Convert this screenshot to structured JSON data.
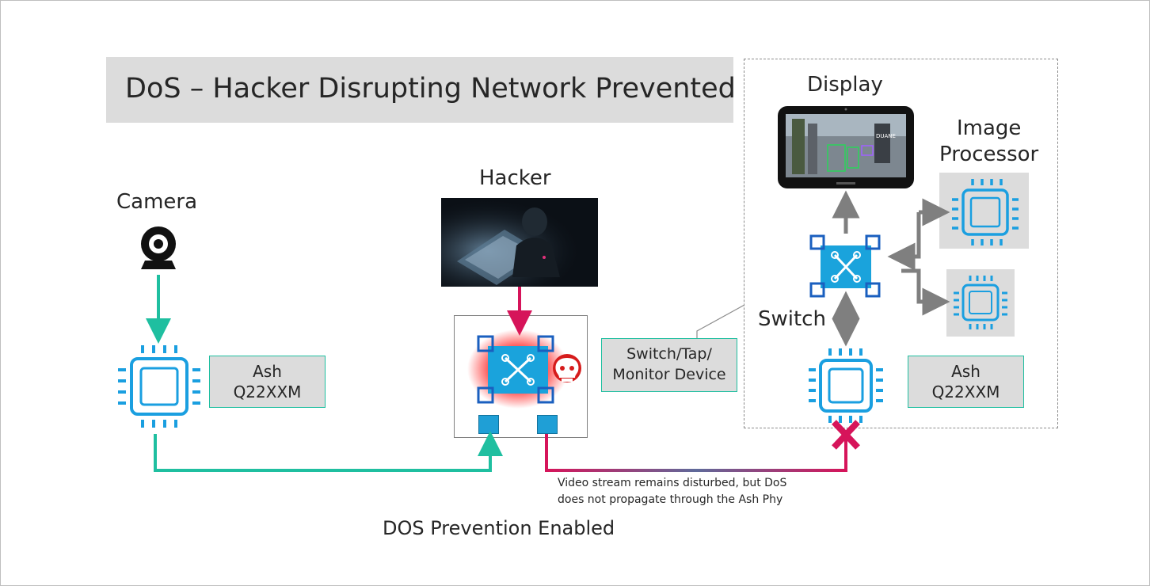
{
  "title": "DoS – Hacker Disrupting Network Prevented",
  "labels": {
    "camera": "Camera",
    "hacker": "Hacker",
    "display": "Display",
    "image_processor_line1": "Image",
    "image_processor_line2": "Processor",
    "switch": "Switch"
  },
  "ash_left": {
    "line1": "Ash",
    "line2": "Q22XXM"
  },
  "ash_right": {
    "line1": "Ash",
    "line2": "Q22XXM"
  },
  "switch_tap": {
    "line1": "Switch/Tap/",
    "line2": "Monitor Device"
  },
  "note": {
    "line1": "Video stream remains disturbed, but DoS",
    "line2": "does not propagate through the Ash Phy"
  },
  "footer": "DOS Prevention Enabled",
  "display_screen_text": "DUANE",
  "colors": {
    "teal": "#1fbfa0",
    "crimson": "#d6145a",
    "chip_blue": "#1a9fe0",
    "gray_arrow": "#7f7f7f",
    "label_bg": "#dcdcdc"
  }
}
